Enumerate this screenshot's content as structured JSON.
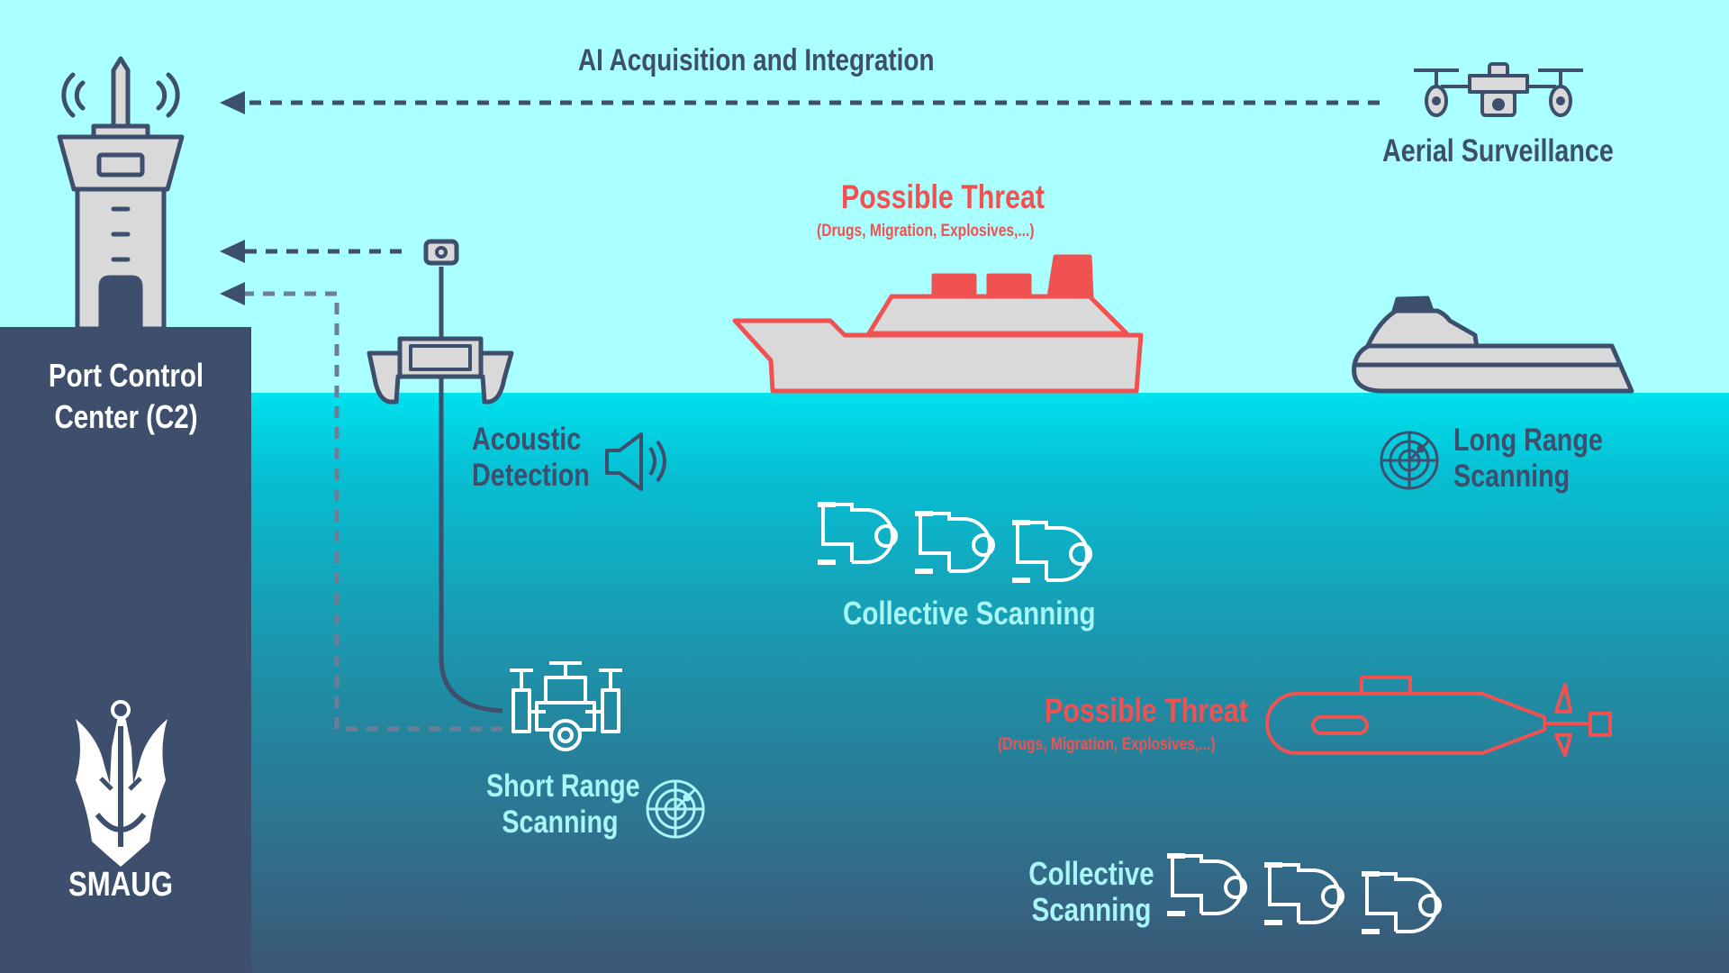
{
  "labels": {
    "port_control": "Port Control\nCenter (C2)",
    "logo": "SMAUG",
    "ai_acquisition": "AI Acquisition and Integration",
    "aerial": "Aerial Surveillance",
    "threat_surface_title": "Possible  Threat",
    "threat_surface_sub": "(Drugs, Migration, Explosives,...)",
    "acoustic": "Acoustic\nDetection",
    "long_range": "Long Range\nScanning",
    "collective_1": "Collective Scanning",
    "short_range": "Short Range\nScanning",
    "threat_sub_title": "Possible  Threat",
    "threat_sub_sub": "(Drugs, Migration, Explosives,...)",
    "collective_2": "Collective\nScanning"
  },
  "colors": {
    "sky": "#aaffff",
    "sea_top": "#00e1ee",
    "sea_bottom": "#3b5775",
    "panel": "#3d4f6d",
    "threat": "#f05252",
    "accent_text": "#a8f6f7",
    "vessel_fill": "#d9d9d9"
  },
  "icons": [
    "control-tower-icon",
    "shield-anchor-logo-icon",
    "drone-icon",
    "buoy-catamaran-icon",
    "speaker-icon",
    "ship-icon",
    "speedboat-icon",
    "radar-icon",
    "underwater-drone-icon",
    "submarine-icon",
    "rov-icon"
  ]
}
